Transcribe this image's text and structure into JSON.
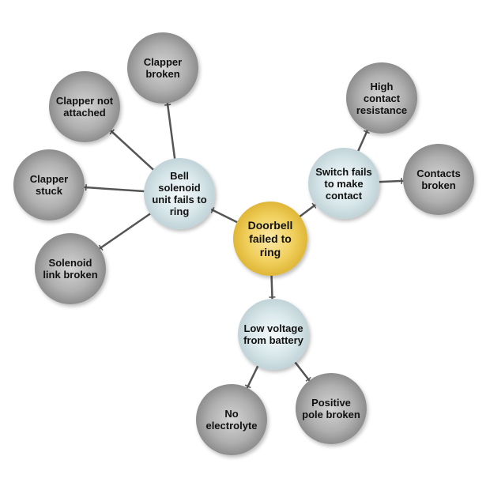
{
  "nodes": {
    "root": {
      "label": "Doorbell failed to ring"
    },
    "bell": {
      "label": "Bell solenoid unit fails to ring"
    },
    "switch": {
      "label": "Switch fails to make contact"
    },
    "voltage": {
      "label": "Low voltage from battery"
    },
    "clapper_broken": {
      "label": "Clapper broken"
    },
    "clapper_not_attached": {
      "label": "Clapper not attached"
    },
    "clapper_stuck": {
      "label": "Clapper stuck"
    },
    "solenoid_link": {
      "label": "Solenoid link broken"
    },
    "high_contact": {
      "label": "High contact resistance"
    },
    "contacts_broken": {
      "label": "Contacts broken"
    },
    "no_electrolyte": {
      "label": "No electrolyte"
    },
    "positive_pole": {
      "label": "Positive pole broken"
    }
  },
  "edges": [
    [
      "root",
      "bell"
    ],
    [
      "root",
      "switch"
    ],
    [
      "root",
      "voltage"
    ],
    [
      "bell",
      "clapper_broken"
    ],
    [
      "bell",
      "clapper_not_attached"
    ],
    [
      "bell",
      "clapper_stuck"
    ],
    [
      "bell",
      "solenoid_link"
    ],
    [
      "switch",
      "high_contact"
    ],
    [
      "switch",
      "contacts_broken"
    ],
    [
      "voltage",
      "no_electrolyte"
    ],
    [
      "voltage",
      "positive_pole"
    ]
  ],
  "colors": {
    "root": "#e8c040",
    "branch": "#c9dce0",
    "leaf": "#999999",
    "edge": "#555555"
  }
}
